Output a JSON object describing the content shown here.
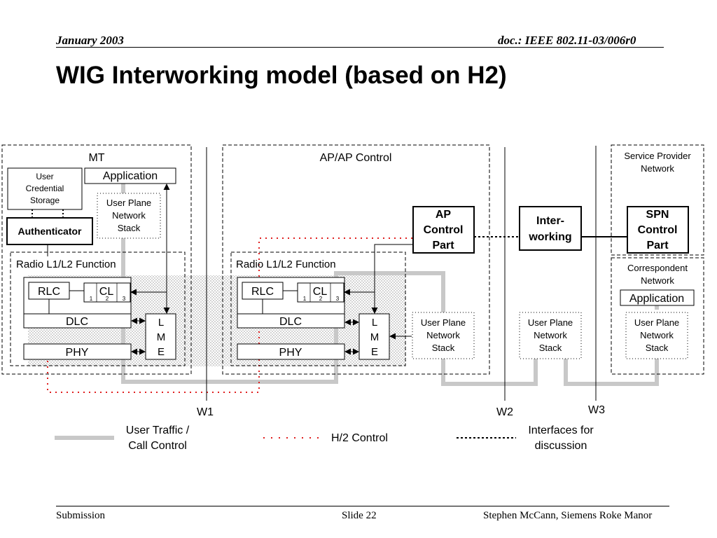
{
  "header": {
    "date": "January 2003",
    "doc": "doc.: IEEE 802.11-03/006r0"
  },
  "title": "WIG Interworking model (based on H2)",
  "footer": {
    "left": "Submission",
    "center": "Slide 22",
    "right": "Stephen McCann, Siemens Roke Manor"
  },
  "diagram": {
    "mt": {
      "label": "MT",
      "user_credential_storage": [
        "User",
        "Credential",
        "Storage"
      ],
      "application": "Application",
      "user_plane": [
        "User Plane",
        "Network",
        "Stack"
      ],
      "authenticator": "Authenticator",
      "radio": "Radio L1/L2 Function",
      "rlc": "RLC",
      "cl": "CL",
      "cl_nums": [
        "1",
        "2",
        "3"
      ],
      "dlc": "DLC",
      "phy": "PHY",
      "lme": [
        "L",
        "M",
        "E"
      ]
    },
    "ap": {
      "label": "AP/AP Control",
      "radio": "Radio L1/L2 Function",
      "rlc": "RLC",
      "cl": "CL",
      "cl_nums": [
        "1",
        "2",
        "3"
      ],
      "dlc": "DLC",
      "phy": "PHY",
      "lme": [
        "L",
        "M",
        "E"
      ],
      "control": [
        "AP",
        "Control",
        "Part"
      ],
      "user_plane": [
        "User Plane",
        "Network",
        "Stack"
      ]
    },
    "interworking": {
      "label": [
        "Inter-",
        "working"
      ],
      "user_plane": [
        "User Plane",
        "Network",
        "Stack"
      ]
    },
    "spn": {
      "label": [
        "Service Provider",
        "Network"
      ],
      "control": [
        "SPN",
        "Control",
        "Part"
      ]
    },
    "correspondent": {
      "label": [
        "Correspondent",
        "Network"
      ],
      "application": "Application",
      "user_plane": [
        "User Plane",
        "Network",
        "Stack"
      ]
    },
    "interfaces": {
      "w1": "W1",
      "w2": "W2",
      "w3": "W3"
    }
  },
  "legend": {
    "user_traffic": [
      "User Traffic /",
      "Call Control"
    ],
    "h2_control": "H/2 Control",
    "interfaces": [
      "Interfaces for",
      "discussion"
    ]
  },
  "colors": {
    "traffic": "#c8c8c8",
    "control": "#e02020",
    "hatch": "#d8d8d8"
  }
}
